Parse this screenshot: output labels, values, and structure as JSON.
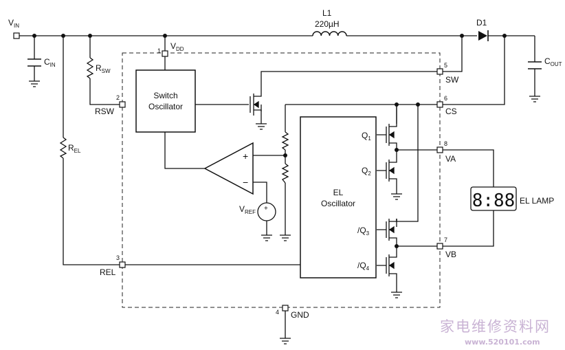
{
  "labels": {
    "vin": "V",
    "vin_sub": "IN",
    "cin": "C",
    "cin_sub": "IN",
    "rsw": "R",
    "rsw_sub": "SW",
    "rel": "R",
    "rel_sub": "EL",
    "vdd": "V",
    "vdd_sub": "DD",
    "inductor": "L1",
    "inductor_value": "220µH",
    "diode": "D1",
    "cout": "C",
    "cout_sub": "OUT",
    "switch_osc_line1": "Switch",
    "switch_osc_line2": "Oscillator",
    "el_osc_line1": "EL",
    "el_osc_line2": "Oscillator",
    "vref": "V",
    "vref_sub": "REF",
    "q1": "Q",
    "q1_sub": "1",
    "q2": "Q",
    "q2_sub": "2",
    "q3": "/Q",
    "q3_sub": "3",
    "q4": "/Q",
    "q4_sub": "4",
    "el_lamp": "EL LAMP",
    "display_digits": "8:88",
    "opamp_plus": "+",
    "opamp_minus": "−",
    "vref_plus": "+"
  },
  "pins": [
    {
      "num": "1",
      "name": ""
    },
    {
      "num": "2",
      "name": "RSW"
    },
    {
      "num": "3",
      "name": "REL"
    },
    {
      "num": "4",
      "name": "GND"
    },
    {
      "num": "5",
      "name": "SW"
    },
    {
      "num": "6",
      "name": "CS"
    },
    {
      "num": "7",
      "name": "VB"
    },
    {
      "num": "8",
      "name": "VA"
    }
  ],
  "watermark": {
    "text": "家电维修资料网",
    "url": "www.520101.com"
  }
}
